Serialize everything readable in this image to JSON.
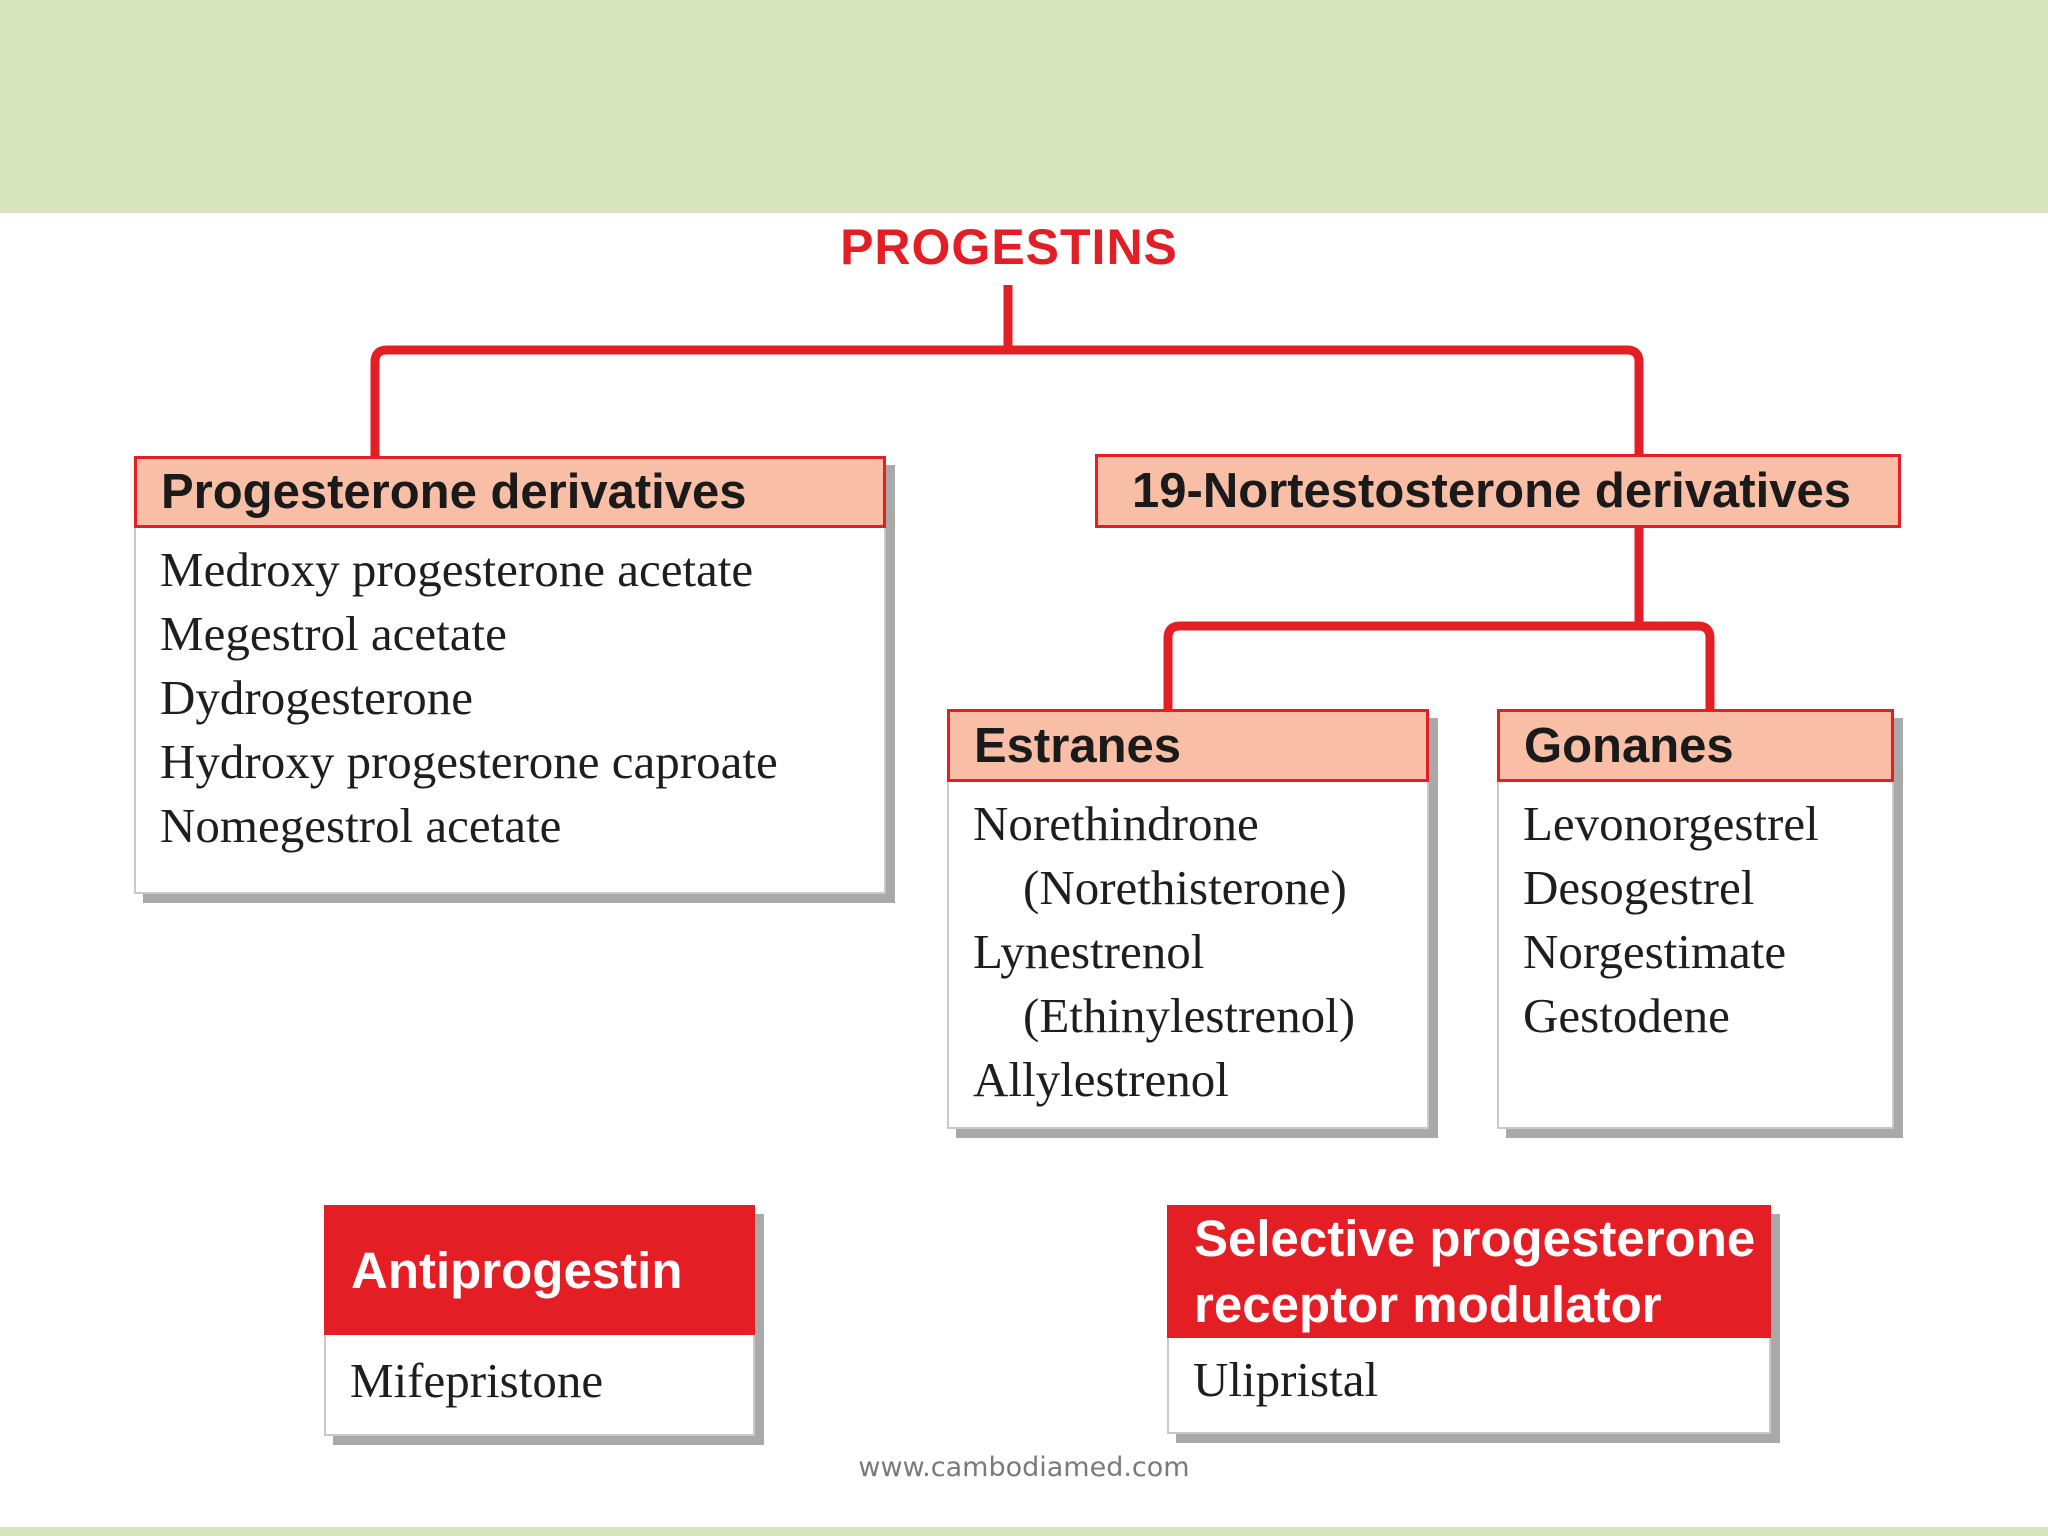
{
  "title": "PROGESTINS",
  "colors": {
    "top_band": "#d7e4bd",
    "accent_red": "#e31e24",
    "header_fill": "#f8bea6"
  },
  "groups": {
    "progesterone_derivatives": {
      "header": "Progesterone derivatives",
      "items": [
        "Medroxy progesterone acetate",
        "Megestrol acetate",
        "Dydrogesterone",
        "Hydroxy progesterone caproate",
        "Nomegestrol acetate"
      ]
    },
    "nortestosterone_derivatives": {
      "header": "19-Nortestosterone derivatives"
    },
    "estranes": {
      "header": "Estranes",
      "items": [
        "Norethindrone",
        "(Norethisterone)",
        "Lynestrenol",
        "(Ethinylestrenol)",
        "Allylestrenol"
      ]
    },
    "gonanes": {
      "header": "Gonanes",
      "items": [
        "Levonorgestrel",
        "Desogestrel",
        "Norgestimate",
        "Gestodene"
      ]
    },
    "antiprogestin": {
      "header": "Antiprogestin",
      "items": [
        "Mifepristone"
      ]
    },
    "sprm": {
      "header_line1": "Selective progesterone",
      "header_line2": "receptor modulator",
      "items": [
        "Ulipristal"
      ]
    }
  },
  "watermark": "www.cambodiamed.com"
}
